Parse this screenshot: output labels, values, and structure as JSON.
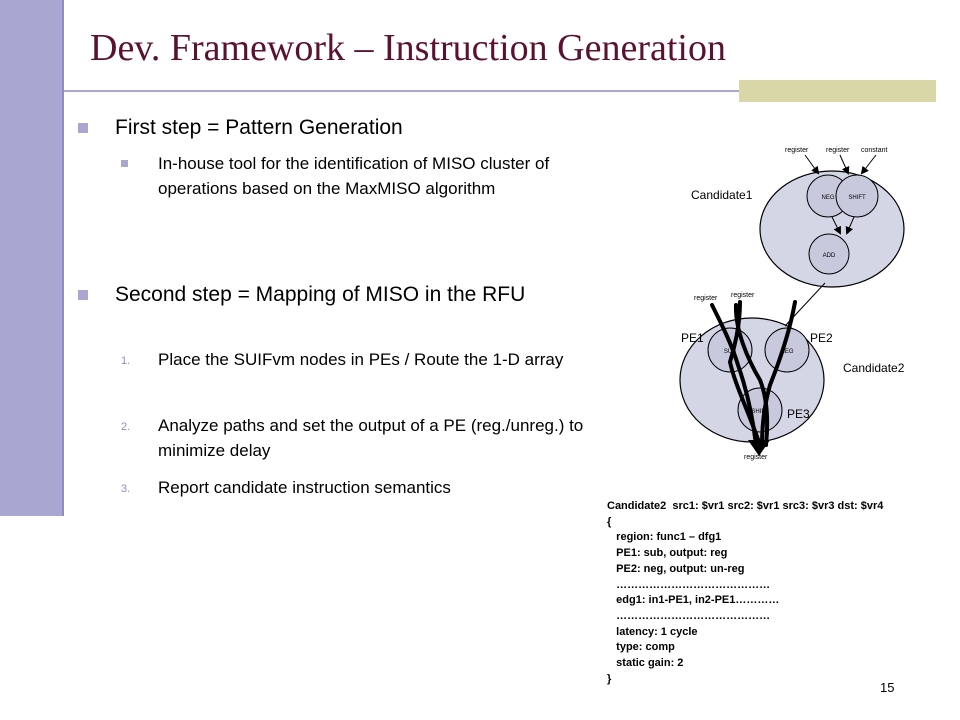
{
  "title": "Dev. Framework – Instruction Generation",
  "bullets": {
    "first": "First step = Pattern Generation",
    "first_sub": "In-house tool for the identification of MISO cluster of operations based on the MaxMISO algorithm",
    "second": "Second step = Mapping of MISO in the RFU",
    "steps": [
      {
        "num": "1.",
        "text": "Place the SUIFvm nodes in PEs / Route the 1-D array"
      },
      {
        "num": "2.",
        "text": "Analyze paths and set the output of a PE (reg./unreg.) to minimize delay"
      },
      {
        "num": "3.",
        "text": "Report candidate instruction semantics"
      }
    ]
  },
  "diagram": {
    "candidate1_label": "Candidate1",
    "candidate2_label": "Candidate2",
    "pe1": "PE1",
    "pe2": "PE2",
    "pe3": "PE3",
    "inputs_top": [
      "register",
      "register",
      "constant"
    ],
    "nodes_top": [
      "NEG",
      "SHIFT",
      "ADD"
    ],
    "inputs_bottom": [
      "register",
      "register"
    ],
    "nodes_bottom": [
      "SUB",
      "NEG",
      "SHIFT"
    ],
    "output": "register"
  },
  "code_lines": [
    "Candidate2  src1: $vr1 src2: $vr1 src3: $vr3 dst: $vr4",
    "{",
    "   region: func1 – dfg1",
    "   PE1: sub, output: reg",
    "   PE2: neg, output: un-reg",
    "   ……………………………………",
    "   edg1: in1-PE1, in2-PE1…………",
    "   ……………………………………",
    "   latency: 1 cycle",
    "   type: comp",
    "   static gain: 2",
    "}"
  ],
  "page_number": "15",
  "colors": {
    "title": "#5b1230",
    "accent_bar": "#a9a7d2",
    "title_accent": "#d9d6a8"
  }
}
